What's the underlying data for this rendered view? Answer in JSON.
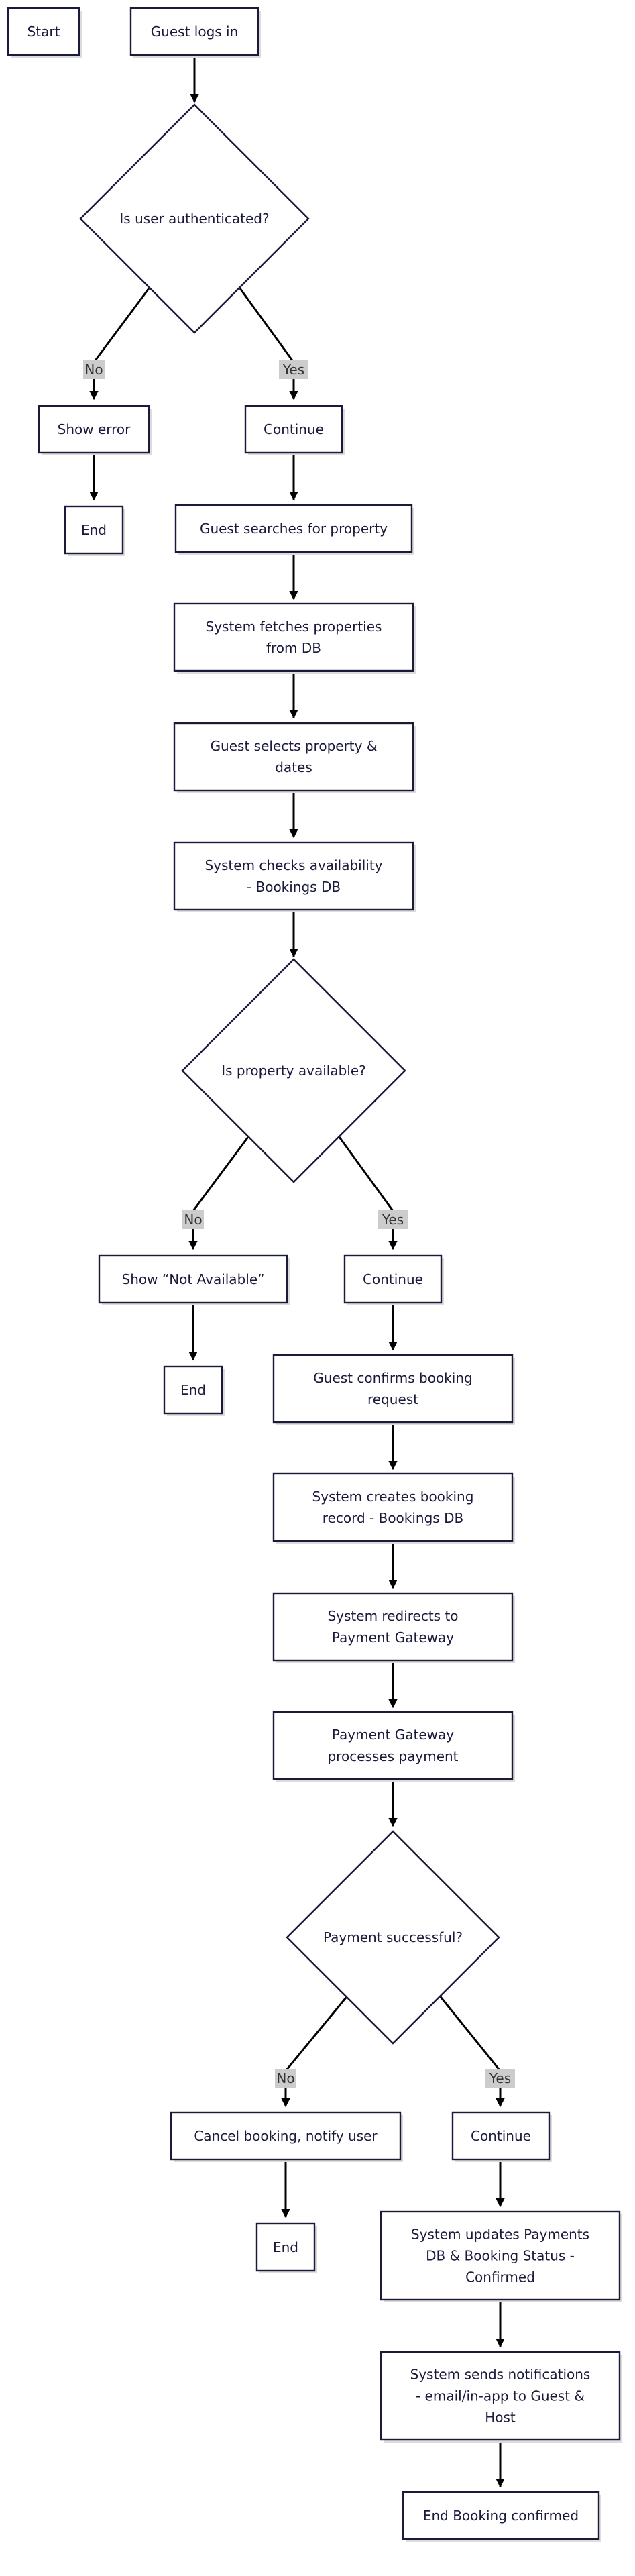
{
  "nodes": {
    "start": "Start",
    "guest_logs_in": "Guest logs in",
    "is_authenticated": "Is user authenticated?",
    "show_error": "Show error",
    "end_auth": "End",
    "continue_auth": "Continue",
    "guest_searches": "Guest searches for property",
    "fetch_properties": [
      "System fetches properties",
      "from DB"
    ],
    "select_property": [
      "Guest selects property &",
      "dates"
    ],
    "check_availability": [
      "System checks availability",
      "- Bookings DB"
    ],
    "is_available": "Is property available?",
    "show_not_available": "Show “Not Available”",
    "end_unavailable": "End",
    "continue_available": "Continue",
    "confirm_request": [
      "Guest confirms booking",
      "request"
    ],
    "create_record": [
      "System creates booking",
      "record - Bookings DB"
    ],
    "redirect_gateway": [
      "System redirects to",
      "Payment Gateway"
    ],
    "process_payment": [
      "Payment Gateway",
      "processes payment"
    ],
    "is_payment_ok": "Payment successful?",
    "cancel_booking": "Cancel booking, notify user",
    "end_payment_failed": "End",
    "continue_payment": "Continue",
    "update_db": [
      "System updates Payments",
      "DB & Booking Status -",
      "Confirmed"
    ],
    "send_notifications": [
      "System sends notifications",
      "- email/in-app to Guest &",
      "Host"
    ],
    "end_confirmed": "End Booking confirmed"
  },
  "edge_labels": {
    "no": "No",
    "yes": "Yes"
  },
  "colors": {
    "node_border": "#1a1a3a",
    "node_fill": "#ffffff",
    "arrow": "#000000",
    "label_bg": "#cccccc"
  }
}
